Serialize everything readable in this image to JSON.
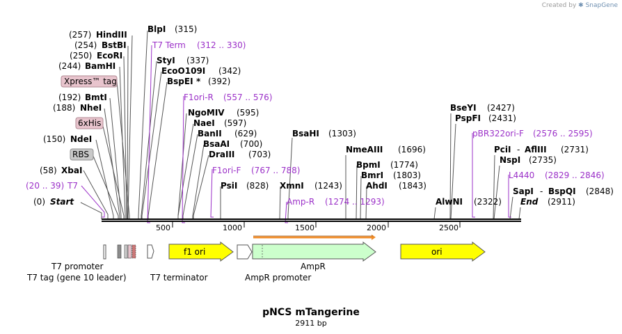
{
  "credit": {
    "prefix": "Created by",
    "brand": "SnapGene"
  },
  "plasmid": {
    "name": "pNCS mTangerine",
    "length_label": "2911 bp"
  },
  "sites": [
    {
      "name": "Start",
      "pos": "(0)",
      "style": "italic"
    },
    {
      "name": "XbaI",
      "pos": "(58)"
    },
    {
      "name": "NdeI",
      "pos": "(150)"
    },
    {
      "name": "NheI",
      "pos": "(188)"
    },
    {
      "name": "BmtI",
      "pos": "(192)"
    },
    {
      "name": "BamHI",
      "pos": "(244)"
    },
    {
      "name": "EcoRI",
      "pos": "(250)"
    },
    {
      "name": "BstBI",
      "pos": "(254)"
    },
    {
      "name": "HindIII",
      "pos": "(257)"
    },
    {
      "name": "BlpI",
      "pos": "(315)"
    },
    {
      "name": "StyI",
      "pos": "(337)"
    },
    {
      "name": "EcoO109I",
      "pos": "(342)"
    },
    {
      "name": "BspEI",
      "pos": "(392)",
      "mark": "*"
    },
    {
      "name": "NgoMIV",
      "pos": "(595)"
    },
    {
      "name": "NaeI",
      "pos": "(597)"
    },
    {
      "name": "BanII",
      "pos": "(629)"
    },
    {
      "name": "BsaAI",
      "pos": "(700)"
    },
    {
      "name": "DraIII",
      "pos": "(703)"
    },
    {
      "name": "PsiI",
      "pos": "(828)"
    },
    {
      "name": "XmnI",
      "pos": "(1243)"
    },
    {
      "name": "BsaHI",
      "pos": "(1303)"
    },
    {
      "name": "NmeAIII",
      "pos": "(1696)"
    },
    {
      "name": "BpmI",
      "pos": "(1774)"
    },
    {
      "name": "BmrI",
      "pos": "(1803)"
    },
    {
      "name": "AhdI",
      "pos": "(1843)"
    },
    {
      "name": "AlwNI",
      "pos": "(2322)"
    },
    {
      "name": "BseYI",
      "pos": "(2427)"
    },
    {
      "name": "PspFI",
      "pos": "(2431)"
    },
    {
      "name": "PciI",
      "name2": "AflIII",
      "sep": "-",
      "pos": "(2731)"
    },
    {
      "name": "NspI",
      "pos": "(2735)"
    },
    {
      "name": "SapI",
      "name2": "BspQI",
      "sep": "-",
      "pos": "(2848)"
    },
    {
      "name": "End",
      "pos": "(2911)",
      "style": "italic"
    }
  ],
  "primers": [
    {
      "name": "T7",
      "range": "(20 .. 39)"
    },
    {
      "name": "T7 Term",
      "range": "(312 .. 330)"
    },
    {
      "name": "F1ori-R",
      "range": "(557 .. 576)"
    },
    {
      "name": "F1ori-F",
      "range": "(767 .. 788)"
    },
    {
      "name": "Amp-R",
      "range": "(1274 .. 1293)"
    },
    {
      "name": "pBR322ori-F",
      "range": "(2576 .. 2595)"
    },
    {
      "name": "L4440",
      "range": "(2829 .. 2846)"
    }
  ],
  "tags": [
    {
      "name": "Xpress™ tag"
    },
    {
      "name": "6xHis"
    },
    {
      "name": "RBS"
    }
  ],
  "ruler": {
    "ticks": [
      "500",
      "1000",
      "1500",
      "2000",
      "2500"
    ]
  },
  "features": [
    {
      "name": "f1 ori"
    },
    {
      "name": "ori"
    },
    {
      "name": "AmpR"
    },
    {
      "name": "T7 promoter"
    },
    {
      "name": "T7 tag (gene 10 leader)"
    },
    {
      "name": "T7 terminator"
    },
    {
      "name": "AmpR promoter"
    }
  ],
  "colors": {
    "primer": "#9b30c8",
    "tag_fill": "#e8c4cd",
    "rbs_fill": "#c9c9c9",
    "f1ori_fill": "#ffff00",
    "ampr_fill": "#ccffcc",
    "orf_bar": "#f08c28",
    "backbone": "#000000"
  }
}
